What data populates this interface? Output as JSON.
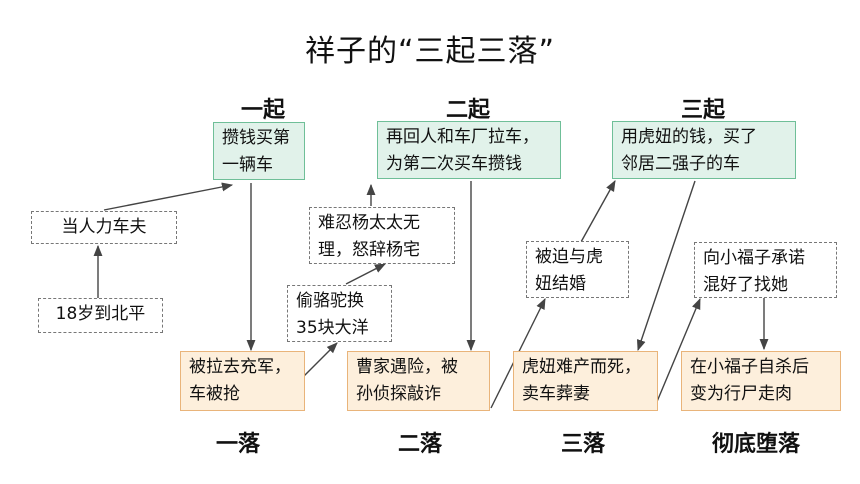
{
  "title": "祥子的“三起三落”",
  "headings": {
    "rise1": "一起",
    "rise2": "二起",
    "rise3": "三起",
    "fall1": "一落",
    "fall2": "二落",
    "fall3": "三落",
    "fall4": "彻底堕落"
  },
  "boxes": {
    "rise1": [
      "攒钱买第",
      "一辆车"
    ],
    "rise2": [
      "再回人和车厂拉车，",
      "为第二次买车攒钱"
    ],
    "rise3": [
      "用虎妞的钱，买了",
      "邻居二强子的车"
    ],
    "start": [
      "当人力车夫"
    ],
    "age": [
      "18岁到北平"
    ],
    "between2a": [
      "难忍杨太太无",
      "理，怒辞杨宅"
    ],
    "between2b": [
      "偷骆驼换",
      "35块大洋"
    ],
    "between3": [
      "被迫与虎",
      "妞结婚"
    ],
    "between4": [
      "向小福子承诺",
      "混好了找她"
    ],
    "fall1": [
      "被拉去充军，",
      "车被抢"
    ],
    "fall2": [
      "曹家遇险，被",
      "孙侦探敲诈"
    ],
    "fall3": [
      "虎妞难产而死，",
      "卖车葬妻"
    ],
    "fall4": [
      "在小福子自杀后",
      "变为行尸走肉"
    ]
  },
  "colors": {
    "rise_fill": "#e1f2ea",
    "rise_border": "#6fbf98",
    "fall_fill": "#fdefdc",
    "fall_border": "#e9b47a",
    "dashed_border": "#777777",
    "arrow": "#444444"
  }
}
